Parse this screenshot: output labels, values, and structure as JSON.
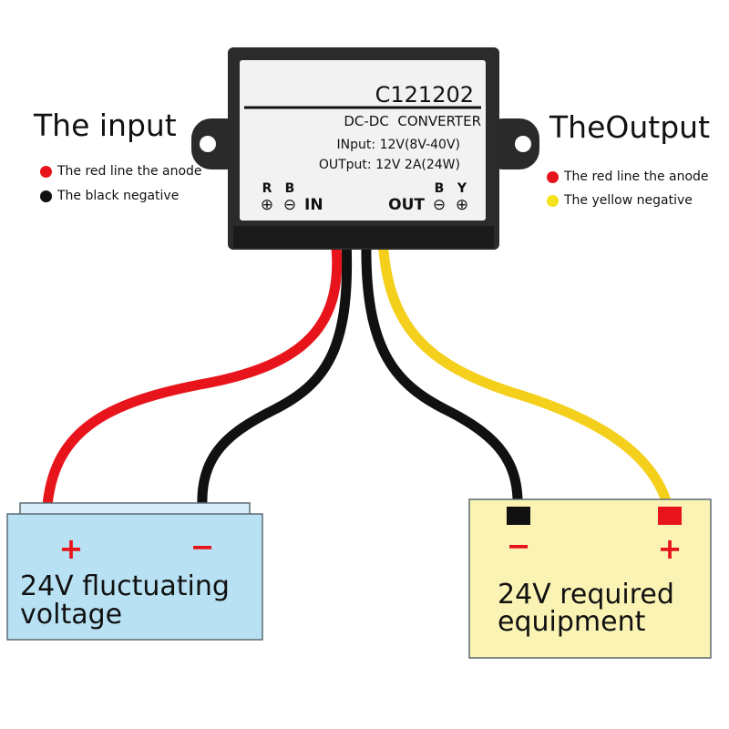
{
  "converter": {
    "model": "C121202",
    "type": "DC-DC  CONVERTER",
    "input_spec": "INput: 12V(8V-40V)",
    "output_spec": "OUTput: 12V 2A(24W)",
    "in_terminals": {
      "r": "R",
      "b": "B",
      "plus": "⊕",
      "minus": "⊖",
      "label": "IN"
    },
    "out_terminals": {
      "label": "OUT",
      "b": "B",
      "y": "Y",
      "minus": "⊖",
      "plus": "⊕"
    }
  },
  "input_legend": {
    "title": "The input",
    "items": [
      {
        "text": "The red line the anode",
        "color": "#e8141b"
      },
      {
        "text": "The black negative",
        "color": "#111111"
      }
    ]
  },
  "output_legend": {
    "title": "TheOutput",
    "items": [
      {
        "text": "The red line the anode",
        "color": "#e8141b"
      },
      {
        "text": "The yellow negative",
        "color": "#f4e21a"
      }
    ]
  },
  "battery": {
    "plus": "+",
    "minus": "−",
    "line1": "24V fluctuating",
    "line2": "voltage",
    "color": "#b8e2f4"
  },
  "equipment": {
    "minus": "−",
    "plus": "+",
    "line1": "24V required",
    "line2": "equipment",
    "color": "#fbf3b4"
  },
  "colors": {
    "wire_red": "#e8141b",
    "wire_black": "#111111",
    "wire_yellow": "#f4cf1c",
    "terminal_red": "#e8141b"
  }
}
